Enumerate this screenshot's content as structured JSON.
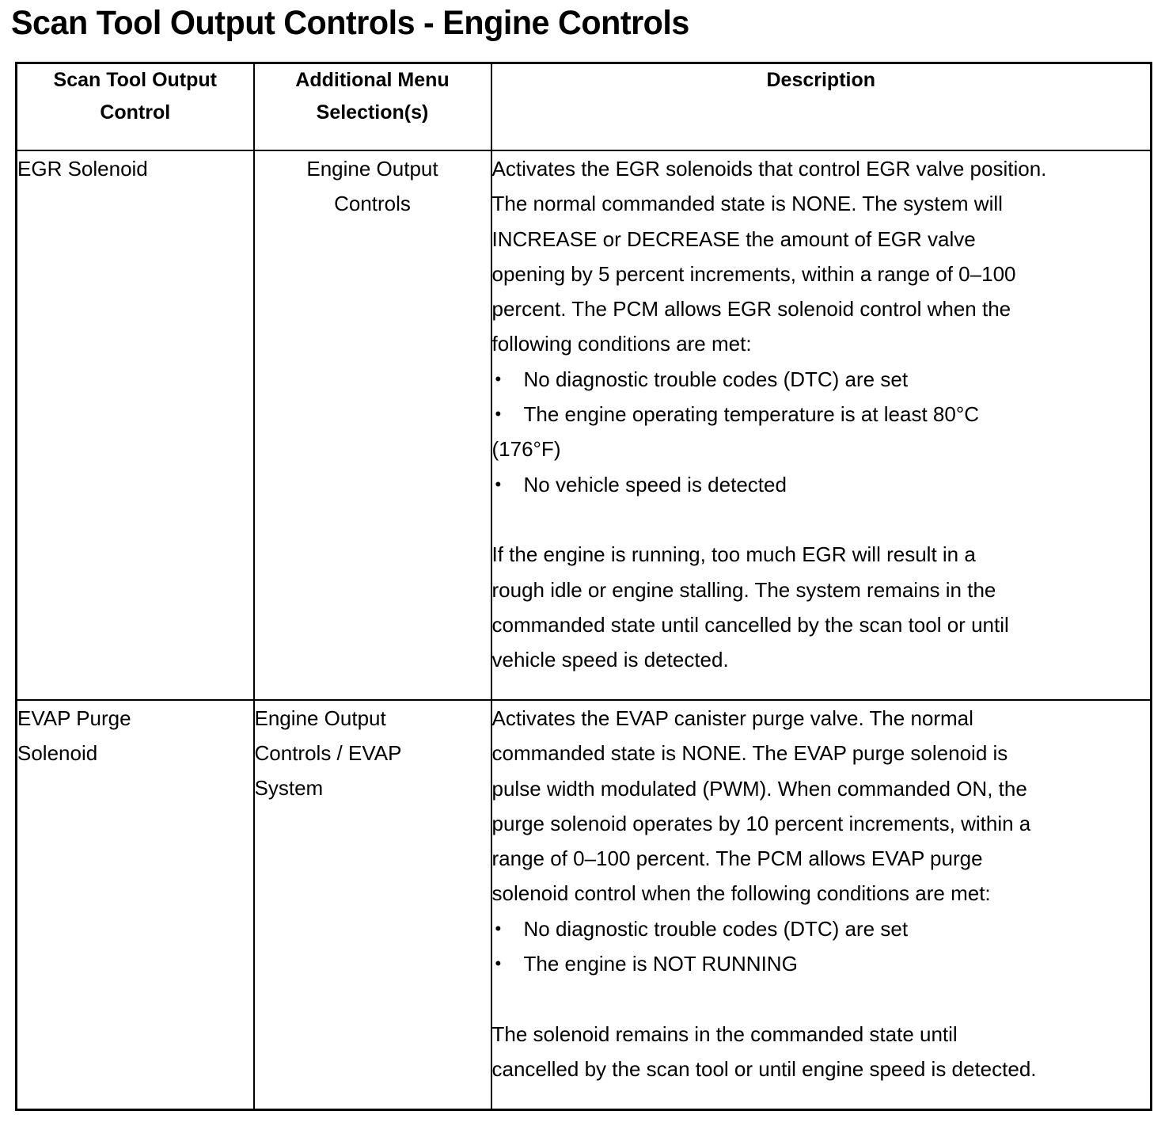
{
  "document": {
    "title": "Scan Tool Output Controls - Engine Controls"
  },
  "table": {
    "headers": {
      "col1": {
        "line1": "Scan Tool Output",
        "line2": "Control"
      },
      "col2": {
        "line1": "Additional Menu",
        "line2": "Selection(s)"
      },
      "col3": {
        "line1": "Description"
      }
    },
    "rows": [
      {
        "control": "EGR Solenoid",
        "menu_lines": [
          "Engine Output",
          "Controls"
        ],
        "menu_align": "center",
        "description": {
          "intro_lines": [
            "Activates the EGR solenoids that control EGR valve position.",
            "The normal commanded state is NONE. The system will",
            "INCREASE or DECREASE the amount of EGR valve",
            "opening by 5 percent increments, within a range of 0–100",
            "percent. The PCM allows EGR solenoid control when the",
            "following conditions are met:"
          ],
          "bullets": [
            {
              "text": "No diagnostic trouble codes (DTC) are set",
              "continuation": null
            },
            {
              "text": "The engine operating temperature is at least 80°C",
              "continuation": "(176°F)"
            },
            {
              "text": "No vehicle speed is detected",
              "continuation": null
            }
          ],
          "outro_lines": [
            " If the engine is running, too much EGR will result in a",
            "rough idle or engine stalling. The system remains in the",
            "commanded state until cancelled by the scan tool or until",
            "vehicle speed is detected."
          ]
        }
      },
      {
        "control_lines": [
          "EVAP Purge",
          "Solenoid"
        ],
        "menu_lines": [
          "Engine Output",
          "Controls / EVAP",
          "System"
        ],
        "menu_align": "left",
        "description": {
          "intro_lines": [
            "Activates the EVAP canister purge valve. The normal",
            "commanded state is NONE. The EVAP purge solenoid is",
            "pulse width modulated (PWM). When commanded ON, the",
            "purge solenoid operates by 10 percent increments, within a",
            "range of 0–100 percent. The PCM allows EVAP purge",
            "solenoid control when the following conditions are met:"
          ],
          "bullets": [
            {
              "text": "No diagnostic trouble codes (DTC) are set",
              "continuation": null
            },
            {
              "text": "The engine is NOT RUNNING",
              "continuation": null
            }
          ],
          "outro_lines": [
            " The solenoid remains in the commanded state until",
            "cancelled by the scan tool or until engine speed is detected."
          ]
        }
      }
    ]
  },
  "style": {
    "text_color": "#000000",
    "border_color": "#000000",
    "background_color": "#ffffff",
    "bullet_glyph": "•"
  }
}
